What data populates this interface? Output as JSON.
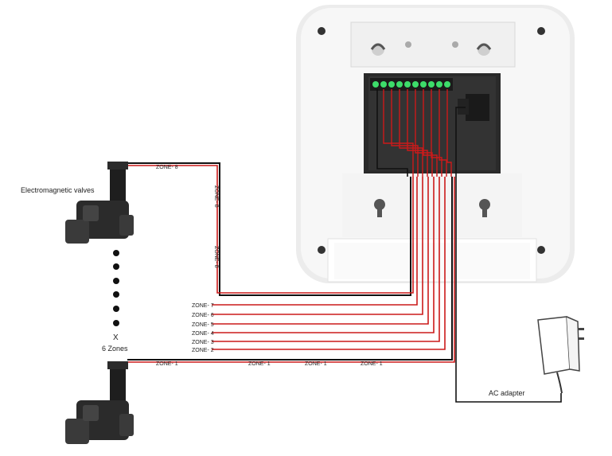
{
  "labels": {
    "valves_title": "Electromagnetic valves",
    "x_mark": "X",
    "zone_count": "6 Zones",
    "ac_adapter": "AC adapter"
  },
  "zones": {
    "zone8_top": "ZONE- 8",
    "zone8_vert1": "ZONE- 8",
    "zone8_vert2": "ZONE- 8",
    "zone7": "ZONE- 7",
    "zone6": "ZONE- 6",
    "zone5": "ZONE- 5",
    "zone4": "ZONE- 4",
    "zone3": "ZONE- 3",
    "zone2": "ZONE- 2",
    "zone1_a": "ZONE- 1",
    "zone1_b": "ZONE- 1",
    "zone1_c": "ZONE- 1",
    "zone1_d": "ZONE- 1"
  },
  "colors": {
    "wire_red": "#cc1a1a",
    "wire_black": "#111111",
    "terminal_green": "#3ddc6a",
    "device_white": "#f2f2f2",
    "valve_body": "#2b2b2b"
  }
}
